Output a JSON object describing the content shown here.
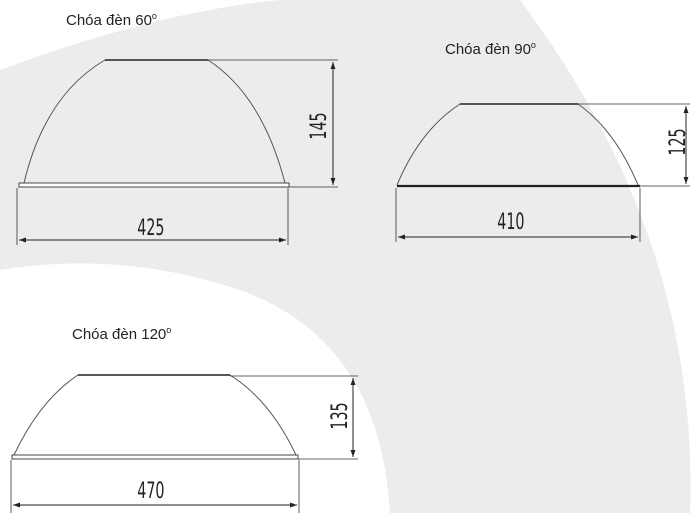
{
  "colors": {
    "background": "#ffffff",
    "watermark": "#ececec",
    "line": "#222222",
    "curve": "#555555"
  },
  "reflectors": [
    {
      "title": "Chóa đèn 60",
      "degree_mark": "o",
      "width": "425",
      "height": "145"
    },
    {
      "title": "Chóa đèn 90",
      "degree_mark": "o",
      "width": "410",
      "height": "125"
    },
    {
      "title": "Chóa đèn 120",
      "degree_mark": "o",
      "width": "470",
      "height": "135"
    }
  ]
}
